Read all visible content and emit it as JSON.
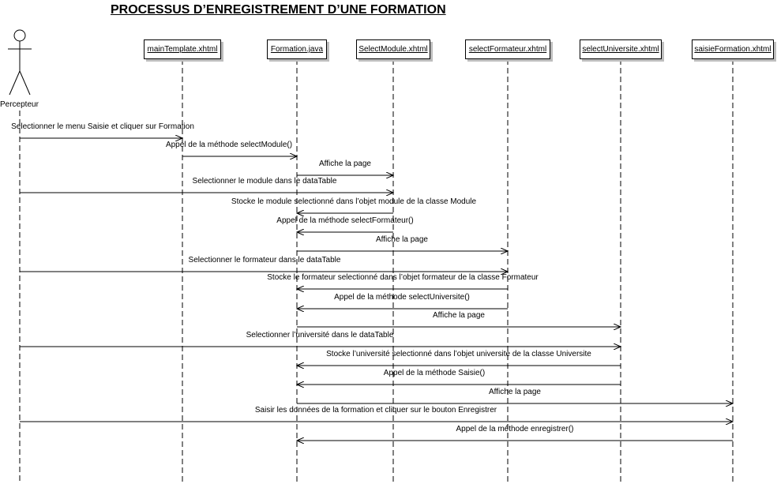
{
  "title": "PROCESSUS D’ENREGISTREMENT D’UNE FORMATION",
  "actor": {
    "name": "Percepteur",
    "icon": "stick-figure-icon"
  },
  "participants": [
    {
      "id": "main",
      "label": "mainTemplate.xhtml"
    },
    {
      "id": "formation",
      "label": "Formation.java"
    },
    {
      "id": "module",
      "label": "SelectModule.xhtml"
    },
    {
      "id": "formateur",
      "label": "selectFormateur.xhtml"
    },
    {
      "id": "universite",
      "label": "selectUniversite.xhtml"
    },
    {
      "id": "saisie",
      "label": "saisieFormation.xhtml"
    }
  ],
  "messages": [
    {
      "from": "actor",
      "to": "main",
      "label": "Selectionner le menu Saisie et cliquer sur Formation"
    },
    {
      "from": "main",
      "to": "formation",
      "label": "Appel de la méthode selectModule()"
    },
    {
      "from": "formation",
      "to": "module",
      "label": "Affiche la page"
    },
    {
      "from": "actor",
      "to": "module",
      "label": "Selectionner le module dans le dataTable"
    },
    {
      "from": "module",
      "to": "formation",
      "label": "Stocke le module selectionné dans l’objet module de la classe Module"
    },
    {
      "from": "module",
      "to": "formation",
      "label": "Appel de la méthode selectFormateur()"
    },
    {
      "from": "formation",
      "to": "formateur",
      "label": "Affiche la page"
    },
    {
      "from": "actor",
      "to": "formateur",
      "label": "Selectionner le formateur dans le dataTable"
    },
    {
      "from": "formateur",
      "to": "formation",
      "label": "Stocke le formateur selectionné dans l’objet formateur de la classe Formateur"
    },
    {
      "from": "formateur",
      "to": "formation",
      "label": "Appel de la méthode selectUniversite()"
    },
    {
      "from": "formation",
      "to": "universite",
      "label": "Affiche la page"
    },
    {
      "from": "actor",
      "to": "universite",
      "label": "Selectionner l’université dans le dataTable"
    },
    {
      "from": "universite",
      "to": "formation",
      "label": "Stocke l’université selectionné dans l’objet universite de la classe Universite"
    },
    {
      "from": "universite",
      "to": "formation",
      "label": "Appel de la méthode Saisie()"
    },
    {
      "from": "formation",
      "to": "saisie",
      "label": "Affiche la page"
    },
    {
      "from": "actor",
      "to": "saisie",
      "label": "Saisir les données de la formation et cliquer sur le bouton Enregistrer"
    },
    {
      "from": "saisie",
      "to": "formation",
      "label": "Appel de la méthode enregistrer()"
    }
  ]
}
